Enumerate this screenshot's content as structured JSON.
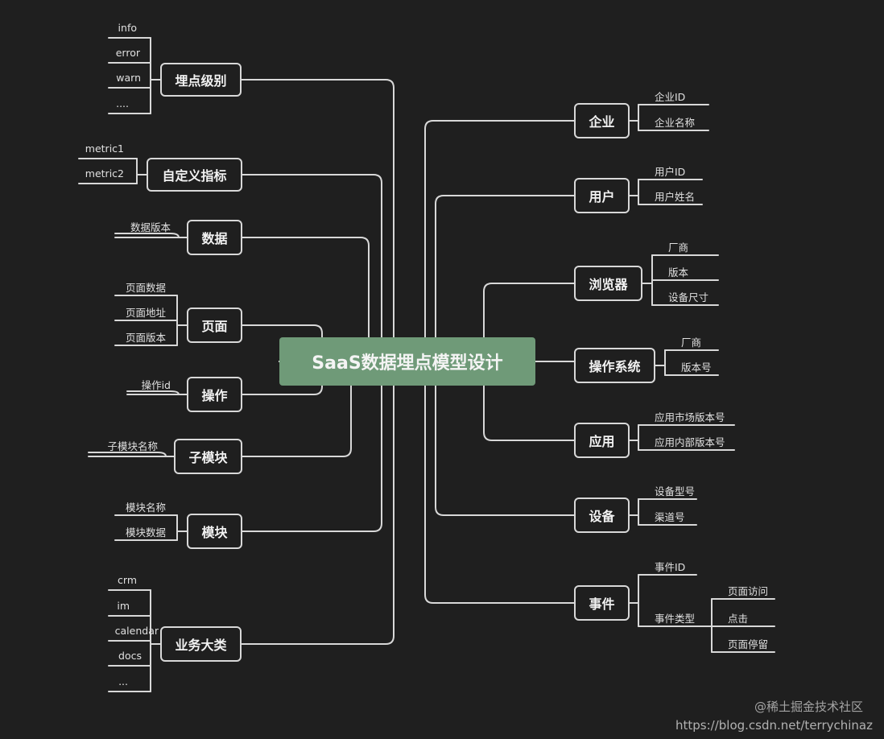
{
  "root": "SaaS数据埋点模型设计",
  "left": [
    {
      "label": "埋点级别",
      "children": [
        "info",
        "error",
        "warn",
        "...."
      ]
    },
    {
      "label": "自定义指标",
      "children": [
        "metric1",
        "metric2"
      ]
    },
    {
      "label": "数据",
      "children": [
        "数据版本"
      ]
    },
    {
      "label": "页面",
      "children": [
        "页面数据",
        "页面地址",
        "页面版本"
      ]
    },
    {
      "label": "操作",
      "children": [
        "操作id"
      ]
    },
    {
      "label": "子模块",
      "children": [
        "子模块名称"
      ]
    },
    {
      "label": "模块",
      "children": [
        "模块名称",
        "模块数据"
      ]
    },
    {
      "label": "业务大类",
      "children": [
        "crm",
        "im",
        "calendar",
        "docs",
        "..."
      ]
    }
  ],
  "right": [
    {
      "label": "企业",
      "children": [
        "企业ID",
        "企业名称"
      ]
    },
    {
      "label": "用户",
      "children": [
        "用户ID",
        "用户姓名"
      ]
    },
    {
      "label": "浏览器",
      "children": [
        "厂商",
        "版本",
        "设备尺寸"
      ]
    },
    {
      "label": "操作系统",
      "children": [
        "厂商",
        "版本号"
      ]
    },
    {
      "label": "应用",
      "children": [
        "应用市场版本号",
        "应用内部版本号"
      ]
    },
    {
      "label": "设备",
      "children": [
        "设备型号",
        "渠道号"
      ]
    },
    {
      "label": "事件",
      "children": [
        "事件ID",
        "事件类型"
      ],
      "sub": [
        "页面访问",
        "点击",
        "页面停留"
      ]
    }
  ],
  "watermark": {
    "line1": "@稀土掘金技术社区",
    "line2": "https://blog.csdn.net/terrychinaz"
  },
  "colors": {
    "background": "#1f1f1f",
    "root": "#6f9a78",
    "line": "#d8d8d8"
  }
}
